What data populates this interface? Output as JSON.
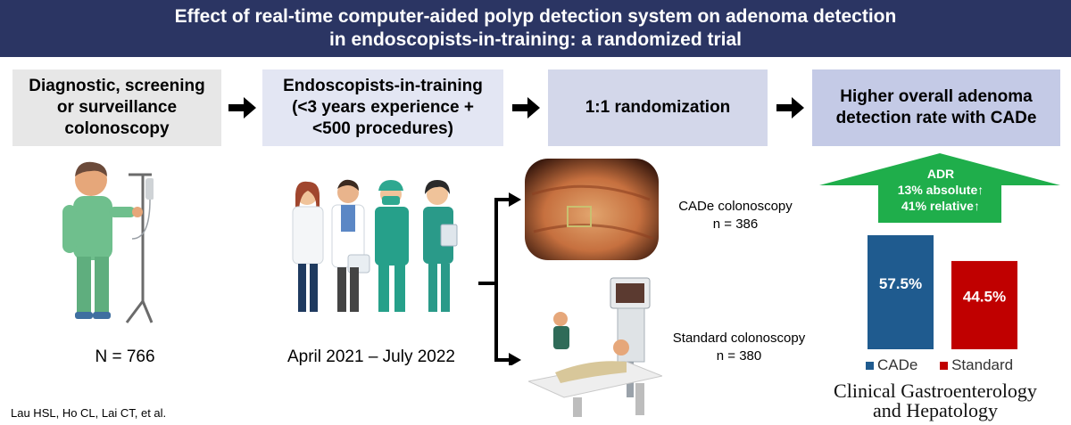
{
  "title": {
    "line1": "Effect of real-time computer-aided polyp detection system on adenoma detection",
    "line2": "in endoscopists-in-training: a randomized trial"
  },
  "boxes": [
    {
      "lines": [
        "Diagnostic, screening",
        "or surveillance",
        "colonoscopy"
      ],
      "bg": "#e7e7e7"
    },
    {
      "lines": [
        "Endoscopists-in-training",
        "(<3 years experience +",
        "<500 procedures)"
      ],
      "bg": "#e3e6f3"
    },
    {
      "lines": [
        "1:1 randomization"
      ],
      "bg": "#d3d7ea"
    },
    {
      "lines": [
        "Higher overall adenoma",
        "detection rate with CADe"
      ],
      "bg": "#c4cae6"
    }
  ],
  "patients": {
    "count": "N = 766"
  },
  "period": {
    "text": "April 2021 – July 2022"
  },
  "arms": {
    "cade": {
      "label": "CADe colonoscopy",
      "n": "n = 386"
    },
    "standard": {
      "label": "Standard colonoscopy",
      "n": "n = 380"
    }
  },
  "adr_arrow": {
    "title": "ADR",
    "line1": "13% absolute↑",
    "line2": "41% relative↑",
    "color": "#1fae4b"
  },
  "chart_data": {
    "type": "bar",
    "categories": [
      "CADe",
      "Standard"
    ],
    "values": [
      57.5,
      44.5
    ],
    "value_labels": [
      "57.5%",
      "44.5%"
    ],
    "colors": [
      "#1f5b8f",
      "#c00000"
    ],
    "legend": [
      "CADe",
      "Standard"
    ],
    "legend_position": "bottom"
  },
  "citation": "Lau HSL, Ho CL, Lai CT, et al.",
  "journal": {
    "line1": "Clinical Gastroenterology",
    "line2": "and Hepatology"
  },
  "colors": {
    "header_bg": "#2b3563",
    "header_text": "#ffffff"
  }
}
